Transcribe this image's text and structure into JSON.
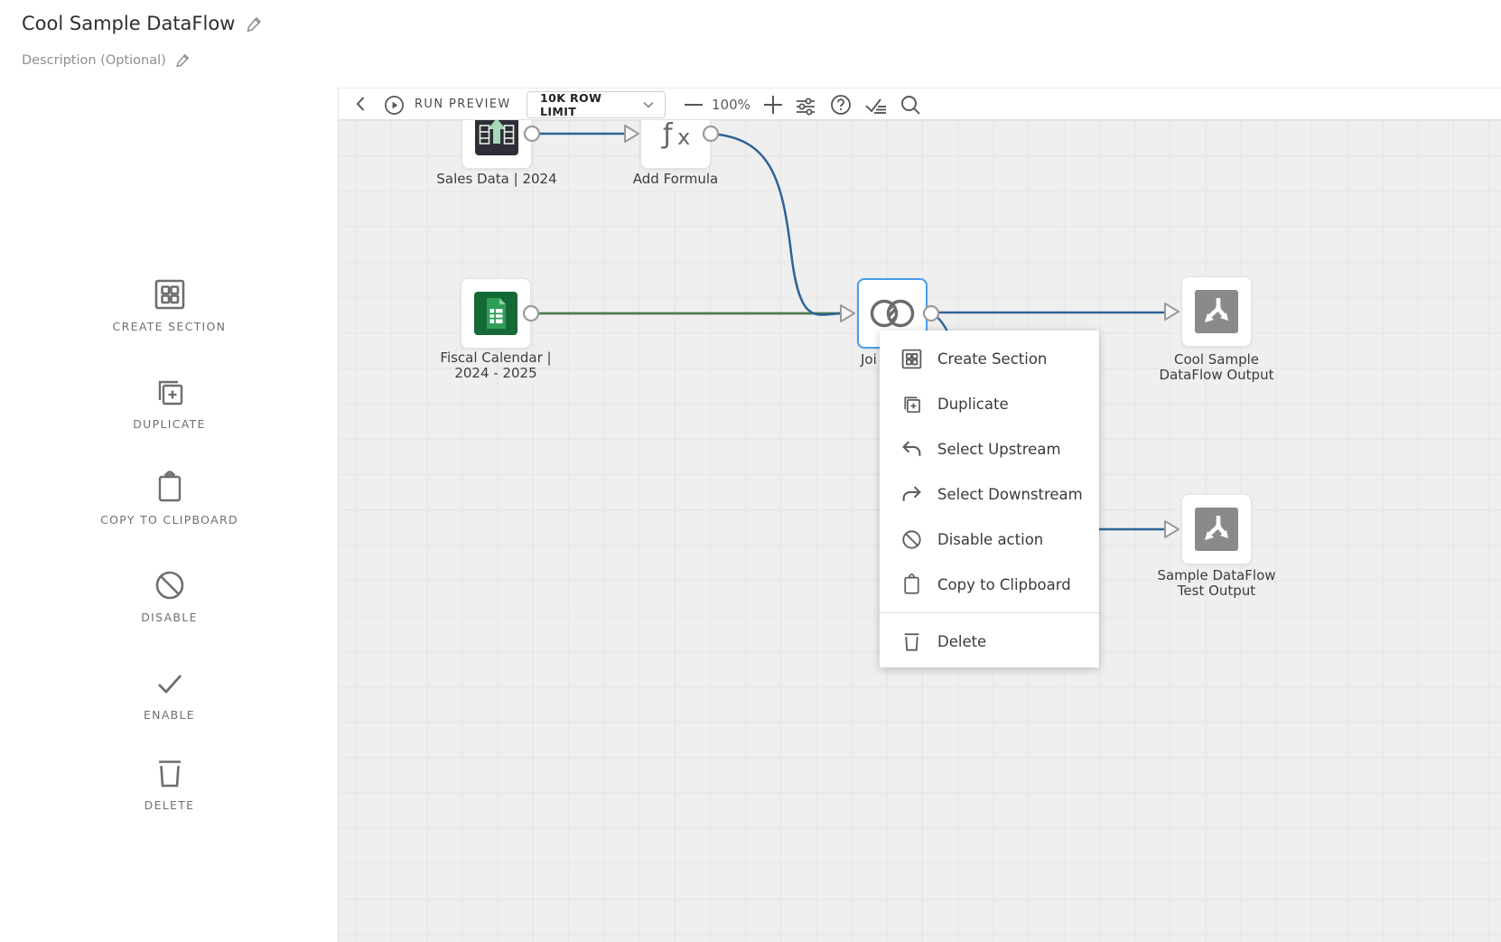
{
  "header": {
    "title": "Cool Sample DataFlow",
    "description_placeholder": "Description (Optional)"
  },
  "sidebar": {
    "items": [
      {
        "label": "CREATE SECTION",
        "icon": "create-section-icon"
      },
      {
        "label": "DUPLICATE",
        "icon": "duplicate-icon"
      },
      {
        "label": "COPY TO CLIPBOARD",
        "icon": "clipboard-icon"
      },
      {
        "label": "DISABLE",
        "icon": "disable-icon"
      },
      {
        "label": "ENABLE",
        "icon": "check-icon"
      },
      {
        "label": "DELETE",
        "icon": "trash-icon"
      }
    ]
  },
  "toolbar": {
    "back_icon": "chevron-left-icon",
    "run_preview_label": "RUN PREVIEW",
    "row_limit_value": "10K ROW LIMIT",
    "zoom_level": "100%",
    "icons": [
      "play-icon",
      "minus-icon",
      "plus-icon",
      "sliders-icon",
      "help-icon",
      "validate-checklist-icon",
      "search-icon"
    ]
  },
  "canvas": {
    "nodes": [
      {
        "id": "sales",
        "label": "Sales Data | 2024",
        "icon": "dataset-icon"
      },
      {
        "id": "add-formula",
        "label": "Add Formula",
        "icon": "formula-icon"
      },
      {
        "id": "fiscal",
        "label": "Fiscal Calendar | 2024 - 2025",
        "icon": "sheets-icon"
      },
      {
        "id": "join",
        "label": "Joi",
        "icon": "join-icon",
        "selected": true
      },
      {
        "id": "cool-output",
        "label": "Cool Sample DataFlow Output",
        "icon": "output-icon"
      },
      {
        "id": "test-output",
        "label": "Sample DataFlow Test Output",
        "icon": "output-icon"
      }
    ],
    "edges": [
      {
        "from": "sales",
        "to": "add-formula",
        "color": "#2d6496"
      },
      {
        "from": "add-formula",
        "to": "join",
        "color": "#2d6496"
      },
      {
        "from": "fiscal",
        "to": "join",
        "color": "#4f7d52"
      },
      {
        "from": "join",
        "to": "cool-output",
        "color": "#2d6496"
      },
      {
        "from": "join",
        "to": "test-output",
        "color": "#2d6496"
      }
    ]
  },
  "context_menu": {
    "items": [
      {
        "label": "Create Section",
        "icon": "create-section-icon"
      },
      {
        "label": "Duplicate",
        "icon": "duplicate-icon"
      },
      {
        "label": "Select Upstream",
        "icon": "upstream-arrow-icon"
      },
      {
        "label": "Select Downstream",
        "icon": "downstream-arrow-icon"
      },
      {
        "label": "Disable action",
        "icon": "disable-icon"
      },
      {
        "label": "Copy to Clipboard",
        "icon": "clipboard-icon"
      },
      {
        "label": "Delete",
        "icon": "trash-icon"
      }
    ]
  },
  "colors": {
    "edge_blue": "#2d6496",
    "edge_green": "#4f7d52",
    "selection_blue": "#4a9eea",
    "output_icon_gray": "#8a8a8a",
    "sheets_green": "#2e9e57",
    "dataset_dark": "#2e2e36",
    "dataset_mint": "#a5d9b8",
    "canvas_bg": "#efeff0"
  }
}
